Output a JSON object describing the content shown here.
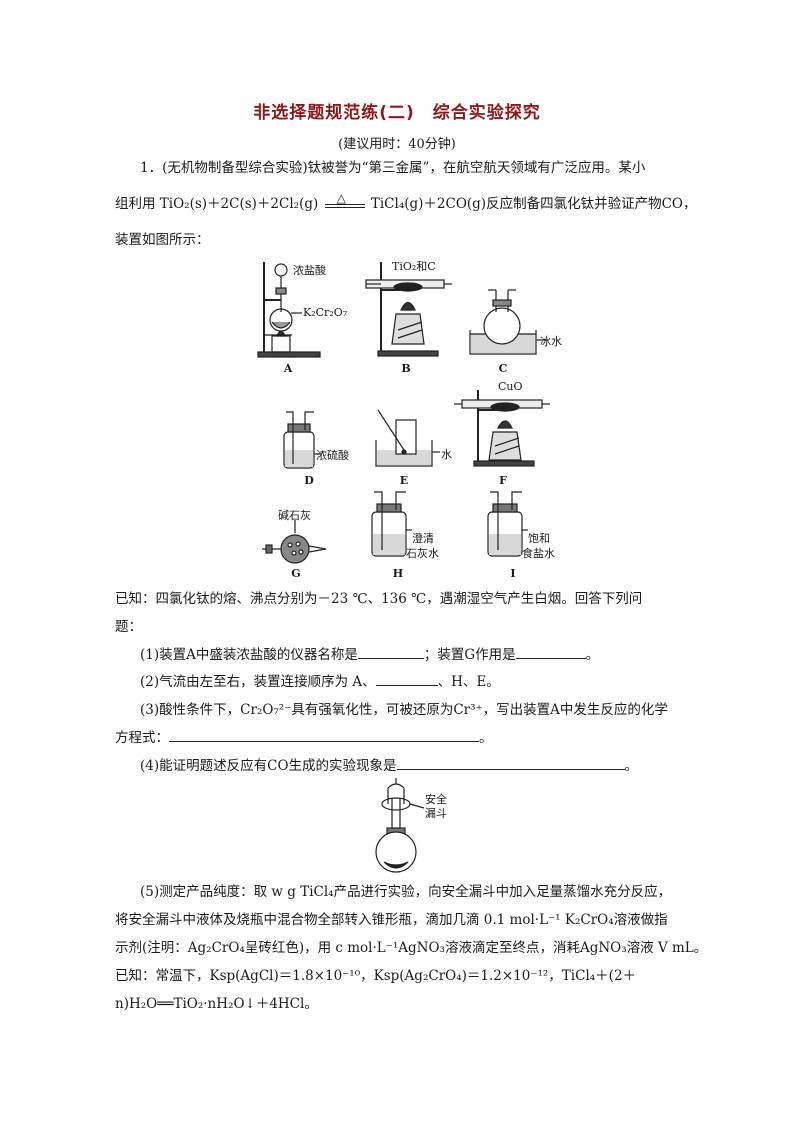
{
  "title": "非选择题规范练(二)　综合实验探究",
  "time_hint": "(建议用时：40分钟)",
  "q1": {
    "line1": "1．(无机物制备型综合实验)钛被誉为“第三金属”，在航空航天领域有广泛应用。某小",
    "line2a": "组利用 TiO₂(s)＋2C(s)＋2Cl₂(g)",
    "arrow_cond": "△",
    "line2b": "TiCl₄(g)＋2CO(g)反应制备四氯化钛并验证产物CO，",
    "line3": "装置如图所示："
  },
  "figure_labels": {
    "A": "A",
    "B": "B",
    "C": "C",
    "D": "D",
    "E": "E",
    "F": "F",
    "G": "G",
    "H": "H",
    "I": "I",
    "conc_hcl": "浓盐酸",
    "k2cr2o7": "K₂Cr₂O₇",
    "tio2_c": "TiO₂和C",
    "ice_water": "冰水",
    "conc_h2so4": "浓硫酸",
    "water": "水",
    "cuo": "CuO",
    "soda_lime": "碱石灰",
    "limewater_1": "澄清",
    "limewater_2": "石灰水",
    "brine_1": "饱和",
    "brine_2": "食盐水",
    "safety_1": "安全",
    "safety_2": "漏斗"
  },
  "known": {
    "line1": "已知：四氯化钛的熔、沸点分别为－23 ℃、136 ℃，遇潮湿空气产生白烟。回答下列问",
    "line2": "题："
  },
  "questions": {
    "q1a": "(1)装置A中盛装浓盐酸的仪器名称是",
    "q1b": "；装置G作用是",
    "q1c": "。",
    "q2a": "(2)气流由左至右，装置连接顺序为 A、",
    "q2b": "、H、E。",
    "q3a": "(3)酸性条件下，Cr₂O₇²⁻具有强氧化性，可被还原为Cr³⁺，写出装置A中发生反应的化学",
    "q3b": "方程式：",
    "q3c": "。",
    "q4a": "(4)能证明题述反应有CO生成的实验现象是",
    "q4b": "。",
    "q5_l1": "(5)测定产品纯度：取 w g TiCl₄产品进行实验，向安全漏斗中加入足量蒸馏水充分反应，",
    "q5_l2": "将安全漏斗中液体及烧瓶中混合物全部转入锥形瓶，滴加几滴 0.1 mol·L⁻¹ K₂CrO₄溶液做指",
    "q5_l3": "示剂(注明：Ag₂CrO₄呈砖红色)，用 c mol·L⁻¹AgNO₃溶液滴定至终点，消耗AgNO₃溶液 V mL。",
    "q5_l4": "已知：常温下，Ksp(AgCl)＝1.8×10⁻¹⁰，Ksp(Ag₂CrO₄)＝1.2×10⁻¹²，TiCl₄＋(2＋",
    "q5_l5": "n)H₂O══TiO₂·nH₂O↓＋4HCl。"
  }
}
